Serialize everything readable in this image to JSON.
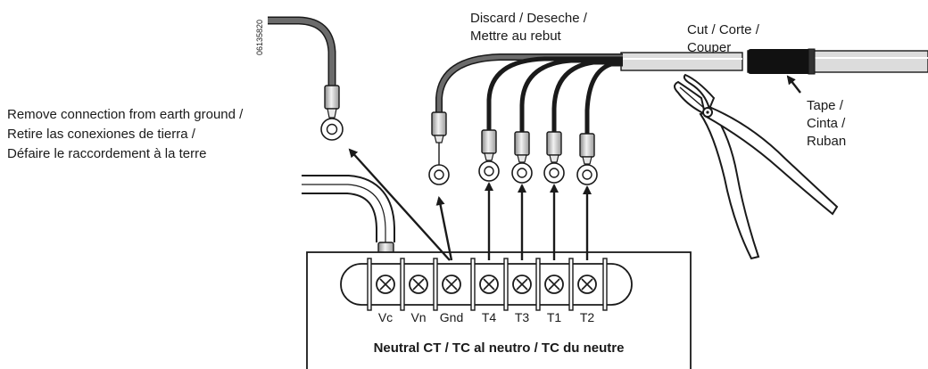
{
  "document_id": "06135820",
  "labels": {
    "discard": [
      "Discard / Deseche /",
      "Mettre au rebut"
    ],
    "cut": [
      "Cut / Corte /",
      "Couper"
    ],
    "tape": [
      "Tape /",
      "Cinta /",
      "Ruban"
    ],
    "remove": [
      "Remove connection from earth ground /",
      "Retire las conexiones de tierra /",
      "Défaire le raccordement à la terre"
    ]
  },
  "terminals": [
    "Vc",
    "Vn",
    "Gnd",
    "T4",
    "T3",
    "T1",
    "T2"
  ],
  "panel_title": "Neutral CT / TC al neutro / TC du neutre",
  "colors": {
    "ink": "#1a1a1a",
    "ground_wire": "#6b6b6b",
    "wire": "#2a2a2a",
    "cable_sheath": "#dcdcdc",
    "tape": "#111111"
  }
}
